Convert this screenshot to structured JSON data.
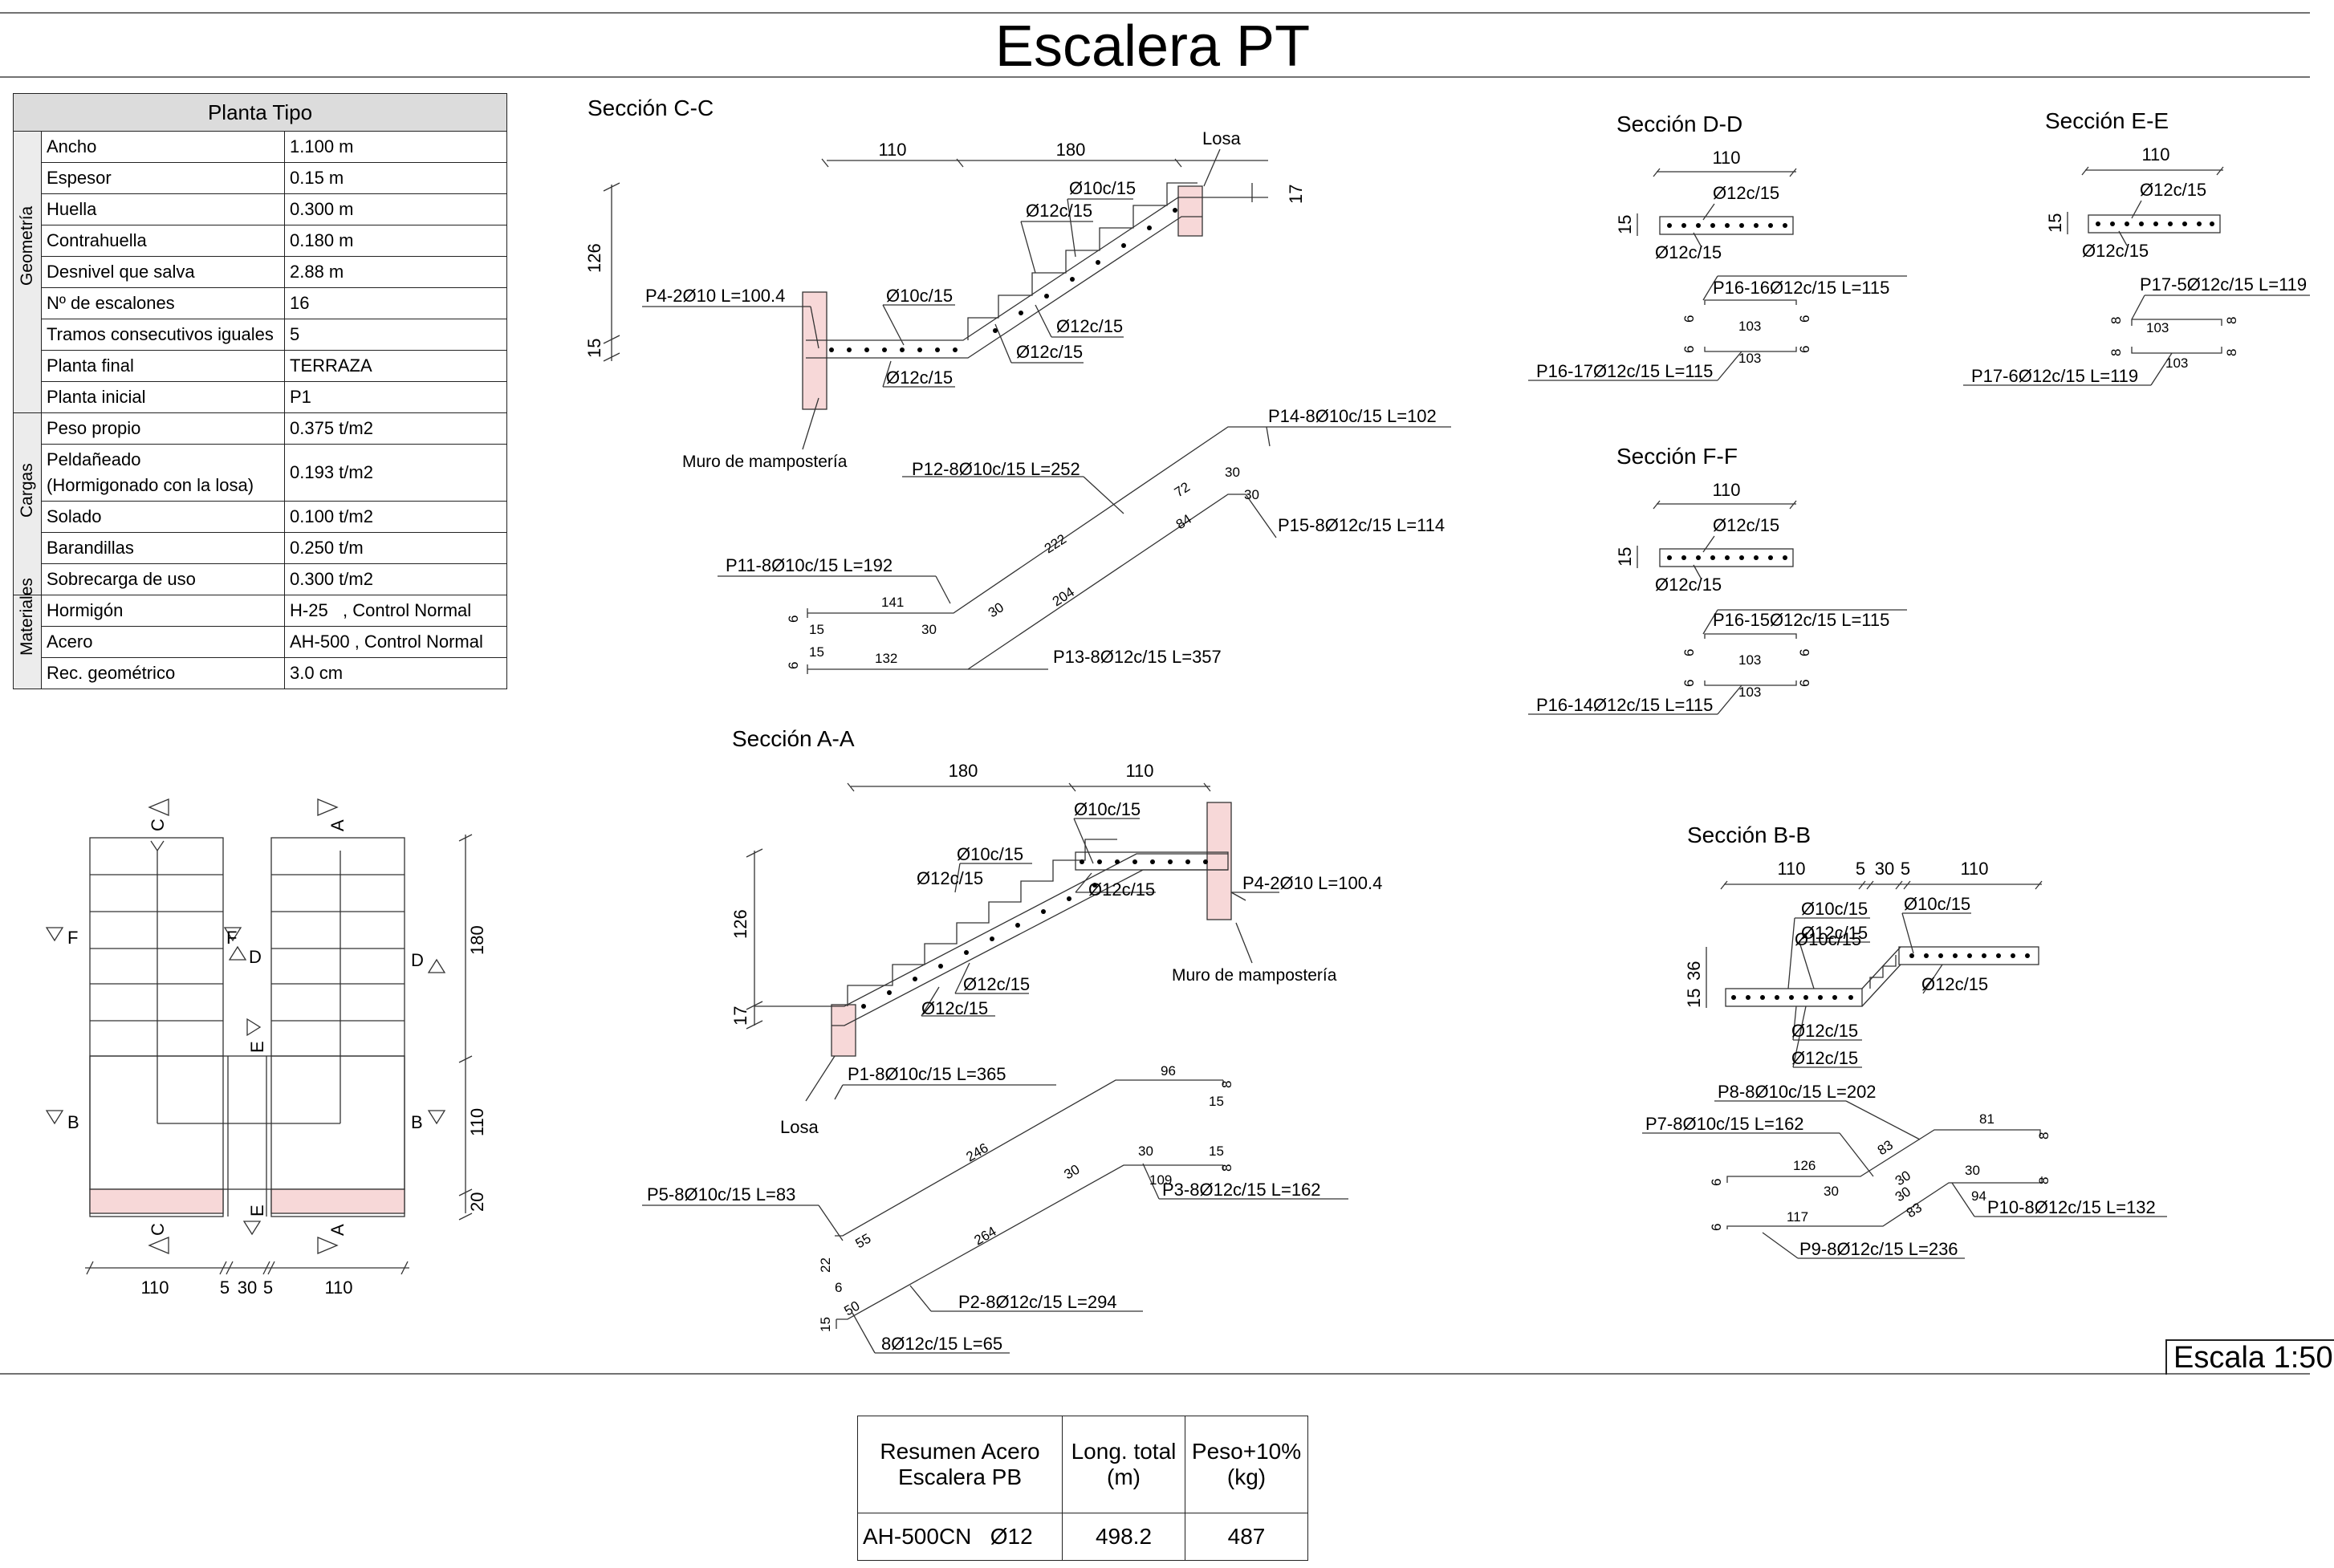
{
  "title": "Escalera PT",
  "props_table": {
    "header": "Planta Tipo",
    "groups": [
      {
        "label": "Geometría",
        "rows": [
          {
            "k": "Ancho",
            "v": "1.100 m"
          },
          {
            "k": "Espesor",
            "v": "0.15 m"
          },
          {
            "k": "Huella",
            "v": "0.300 m"
          },
          {
            "k": "Contrahuella",
            "v": "0.180 m"
          },
          {
            "k": "Desnivel que salva",
            "v": "2.88 m"
          },
          {
            "k": "Nº de escalones",
            "v": "16"
          },
          {
            "k": "Tramos consecutivos iguales",
            "v": "5"
          },
          {
            "k": "Planta final",
            "v": "TERRAZA"
          },
          {
            "k": "Planta inicial",
            "v": "P1"
          }
        ]
      },
      {
        "label": "Cargas",
        "rows": [
          {
            "k": "Peso propio",
            "v": "0.375 t/m2"
          },
          {
            "k": "Peldañeado (Hormigonado con la losa)",
            "k1": "Peldañeado",
            "k2": "(Hormigonado con la losa)",
            "v": "0.193 t/m2"
          },
          {
            "k": "Solado",
            "v": "0.100 t/m2"
          },
          {
            "k": "Barandillas",
            "v": "0.250 t/m"
          },
          {
            "k": "Sobrecarga de uso",
            "v": "0.300 t/m2"
          }
        ]
      },
      {
        "label": "Materiales",
        "rows": [
          {
            "k": "Hormigón",
            "v": "H-25   , Control Normal"
          },
          {
            "k": "Acero",
            "v": "AH-500 , Control Normal"
          },
          {
            "k": "Rec. geométrico",
            "v": "3.0 cm"
          }
        ]
      }
    ]
  },
  "plan": {
    "markers": {
      "C": "C",
      "A": "A",
      "F": "F",
      "D": "D",
      "E": "E",
      "B": "B"
    },
    "dims": {
      "w1": "110",
      "s1": "5",
      "s2": "30",
      "s3": "5",
      "w2": "110",
      "h1": "180",
      "h2": "110",
      "h3": "20"
    }
  },
  "sections": {
    "cc": {
      "title": "Sección C-C",
      "d110": "110",
      "d180": "180",
      "losa": "Losa",
      "d17": "17",
      "d126": "126",
      "d15": "15",
      "r1": "Ø10c/15",
      "r2": "Ø12c/15",
      "p4": "P4-2Ø10 L=100.4",
      "r3": "Ø10c/15",
      "r4": "Ø12c/15",
      "r5": "Ø12c/15",
      "r6": "Ø12c/15",
      "muro": "Muro de mampostería",
      "p14": "P14-8Ø10c/15 L=102",
      "p12": "P12-8Ø10c/15 L=252",
      "p15": "P15-8Ø12c/15 L=114",
      "p11": "P11-8Ø10c/15 L=192",
      "p13": "P13-8Ø12c/15 L=357",
      "n30a": "30",
      "n72": "72",
      "n30b": "30",
      "n84": "84",
      "n222": "222",
      "n204": "204",
      "n141": "141",
      "n30c": "30",
      "n30d": "30",
      "n6a": "6",
      "n15a": "15",
      "n15b": "15",
      "n6b": "6",
      "n132": "132"
    },
    "dd": {
      "title": "Sección D-D",
      "d110": "110",
      "d15": "15",
      "r1": "Ø12c/15",
      "r2": "Ø12c/15",
      "p16": "P16-16Ø12c/15 L=115",
      "p17": "P16-17Ø12c/15 L=115",
      "n103a": "103",
      "n103b": "103",
      "n6": "6"
    },
    "ee": {
      "title": "Sección E-E",
      "d110": "110",
      "d15": "15",
      "r1": "Ø12c/15",
      "r2": "Ø12c/15",
      "p5": "P17-5Ø12c/15 L=119",
      "p6": "P17-6Ø12c/15 L=119",
      "n103a": "103",
      "n103b": "103",
      "n8": "8"
    },
    "ff": {
      "title": "Sección F-F",
      "d110": "110",
      "d15": "15",
      "r1": "Ø12c/15",
      "r2": "Ø12c/15",
      "p15": "P16-15Ø12c/15 L=115",
      "p14": "P16-14Ø12c/15 L=115",
      "n103a": "103",
      "n103b": "103",
      "n6": "6"
    },
    "aa": {
      "title": "Sección A-A",
      "d180": "180",
      "d110": "110",
      "d126": "126",
      "d17": "17",
      "losa": "Losa",
      "muro": "Muro de mampostería",
      "r1": "Ø10c/15",
      "r2": "Ø10c/15",
      "r3": "Ø12c/15",
      "r4": "Ø12c/15",
      "r5": "Ø12c/15",
      "r6": "Ø12c/15",
      "p4": "P4-2Ø10 L=100.4",
      "p1": "P1-8Ø10c/15 L=365",
      "p5": "P5-8Ø10c/15 L=83",
      "p3": "P3-8Ø12c/15 L=162",
      "p2": "P2-8Ø12c/15 L=294",
      "p8": "8Ø12c/15 L=65",
      "n96": "96",
      "n8": "8",
      "n15a": "15",
      "n246": "246",
      "n30a": "30",
      "n15b": "15",
      "n8b": "8",
      "n30b": "30",
      "n109": "109",
      "n264": "264",
      "n55": "55",
      "n22": "22",
      "n6": "6",
      "n50": "50",
      "n15c": "15"
    },
    "bb": {
      "title": "Sección B-B",
      "d110a": "110",
      "d5a": "5",
      "d30": "30",
      "d5b": "5",
      "d110b": "110",
      "d36": "36",
      "d15": "15",
      "r1": "Ø10c/15",
      "r2": "Ø10c/15",
      "r3": "Ø12c/15",
      "r4": "Ø10c/15",
      "r5": "Ø12c/15",
      "r6": "Ø12c/15",
      "r7": "Ø12c/15",
      "p8": "P8-8Ø10c/15 L=202",
      "p7": "P7-8Ø10c/15 L=162",
      "p10": "P10-8Ø12c/15 L=132",
      "p9": "P9-8Ø12c/15 L=236",
      "n81": "81",
      "n8a": "8",
      "n83a": "83",
      "n126": "126",
      "n30a": "30",
      "n30b": "30",
      "n30c": "30",
      "n6a": "6",
      "n8b": "8",
      "n94": "94",
      "n117": "117",
      "n83b": "83",
      "n6b": "6"
    }
  },
  "scale": "Escala 1:50",
  "summary": {
    "h1": "Resumen Acero",
    "h1b": "Escalera PB",
    "h2": "Long. total",
    "h2b": "(m)",
    "h3": "Peso+10%",
    "h3b": "(kg)",
    "r_mat": "AH-500CN",
    "r_dia": "Ø12",
    "r_len": "498.2",
    "r_peso": "487"
  },
  "colors": {
    "wall": "#f7d8d8",
    "line": "#222222"
  }
}
